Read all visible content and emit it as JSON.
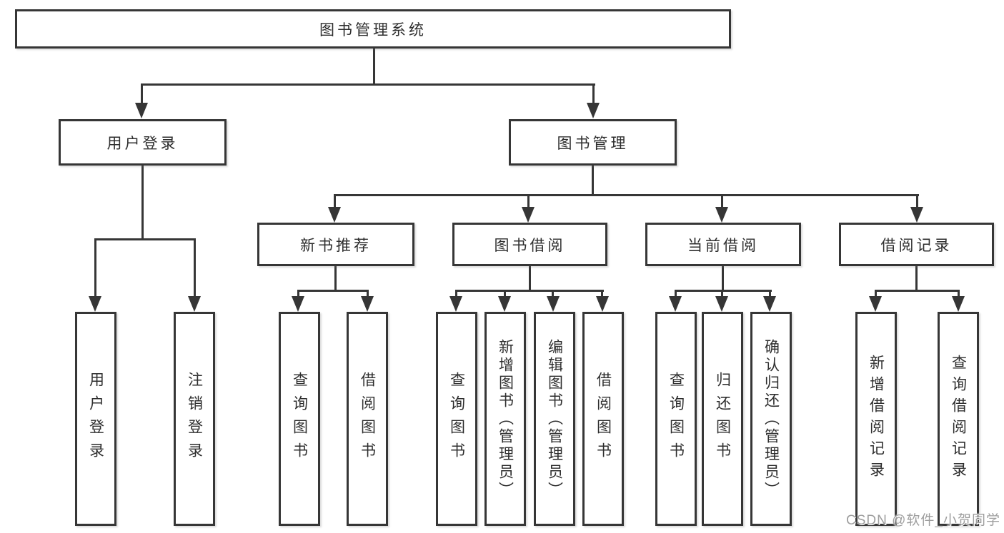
{
  "diagram": {
    "root": {
      "label": "图书管理系统",
      "children": [
        {
          "label": "用户登录",
          "children": [
            {
              "label": "用户登录"
            },
            {
              "label": "注销登录"
            }
          ]
        },
        {
          "label": "图书管理",
          "children": [
            {
              "label": "新书推荐",
              "children": [
                {
                  "label": "查询图书"
                },
                {
                  "label": "借阅图书"
                }
              ]
            },
            {
              "label": "图书借阅",
              "children": [
                {
                  "label": "查询图书"
                },
                {
                  "label": "新增图书（管理员）"
                },
                {
                  "label": "编辑图书（管理员）"
                },
                {
                  "label": "借阅图书"
                }
              ]
            },
            {
              "label": "当前借阅",
              "children": [
                {
                  "label": "查询图书"
                },
                {
                  "label": "归还图书"
                },
                {
                  "label": "确认归还（管理员）"
                }
              ]
            },
            {
              "label": "借阅记录",
              "children": [
                {
                  "label": "新增借阅记录"
                },
                {
                  "label": "查询借阅记录"
                }
              ]
            }
          ]
        }
      ]
    }
  },
  "watermark": {
    "text": "CSDN @软件_小贺同学"
  },
  "colors": {
    "line": "#363636",
    "box_background": "#ffffff",
    "text": "#2e2e2e",
    "watermark": "#9e9e9e"
  }
}
